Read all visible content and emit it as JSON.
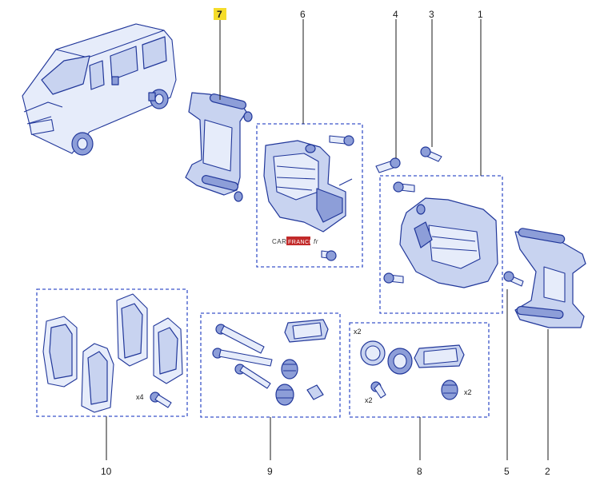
{
  "callouts": {
    "c1": "1",
    "c2": "2",
    "c3": "3",
    "c4": "4",
    "c5": "5",
    "c6": "6",
    "c7": "7",
    "c8": "8",
    "c9": "9",
    "c10": "10"
  },
  "quantities": {
    "kit10_bolts": "x4",
    "kit8_ring": "x2",
    "kit8_bolt": "x2",
    "kit8_boot": "x2"
  },
  "highlighted_callout": "7",
  "watermark": {
    "left": "CAR",
    "mid": "FRANCE",
    "right": "fr"
  },
  "colors": {
    "line": "#21379a",
    "fill": "#c8d3f0",
    "highlight": "#f5dc2a",
    "dash": "#3b55c9"
  }
}
